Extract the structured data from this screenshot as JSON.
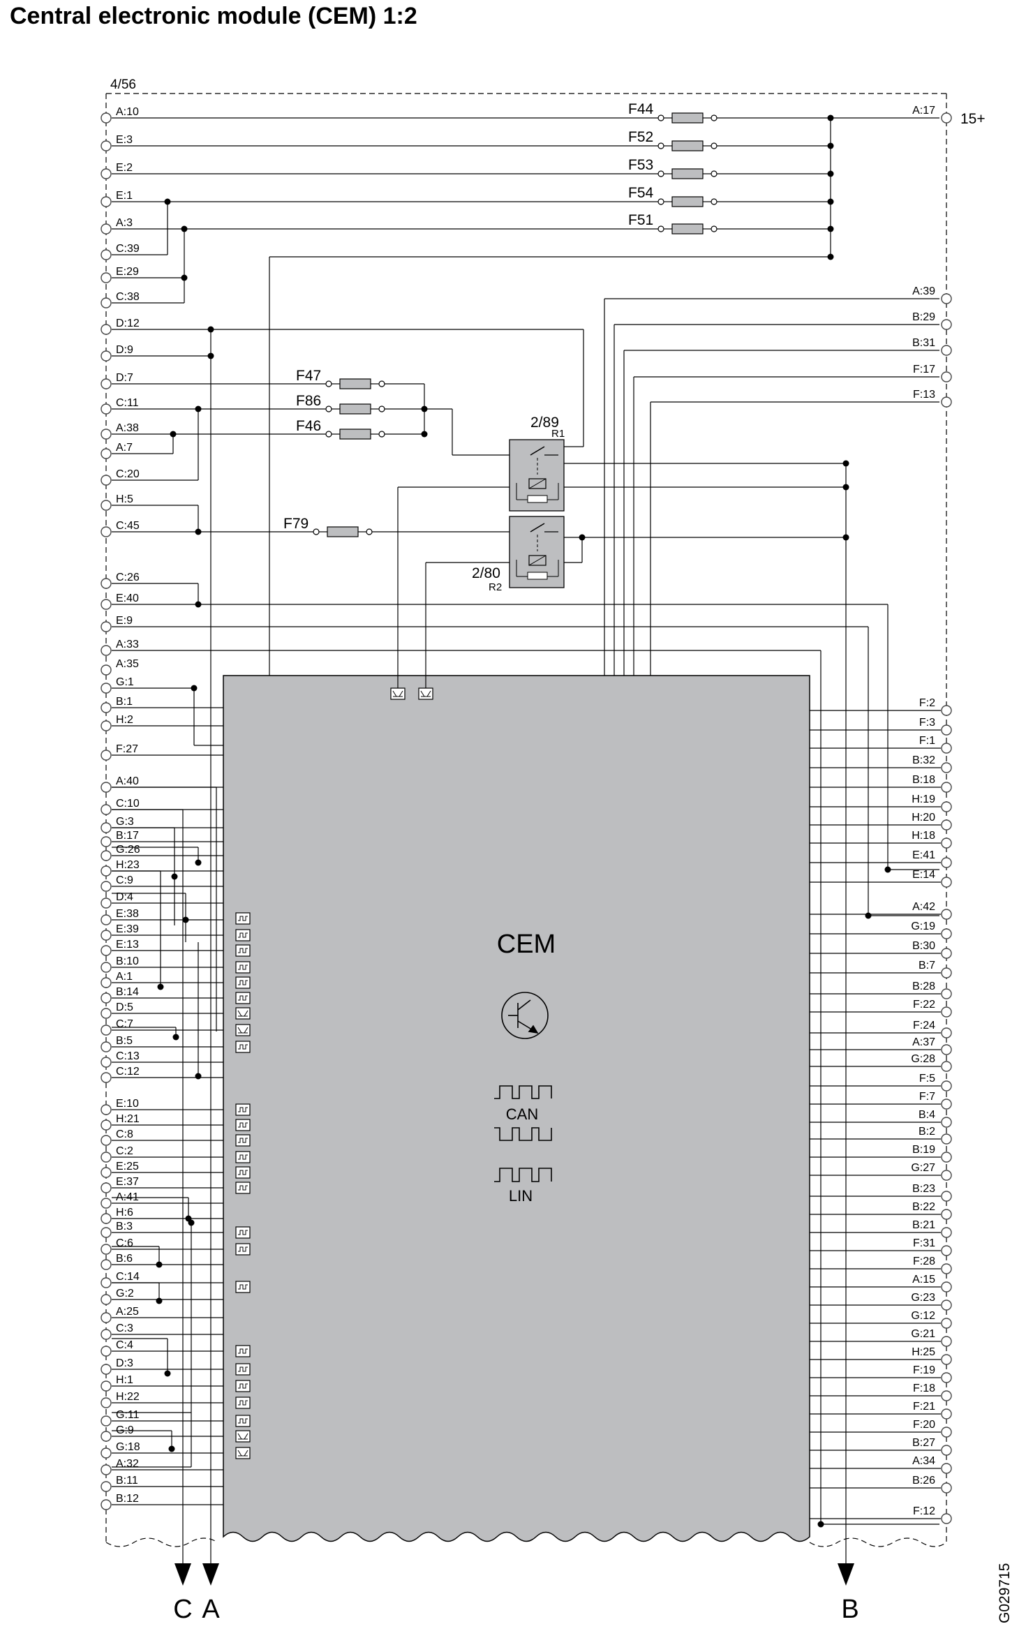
{
  "title": "Central electronic module (CEM) 1:2",
  "sheet_ref": "4/56",
  "module_label": "CEM",
  "can_label": "CAN",
  "lin_label": "LIN",
  "supply_label": "15+",
  "drawing_number": "G029715",
  "output_arrows": [
    "C",
    "A",
    "B"
  ],
  "relays": [
    {
      "ref": "2/89",
      "name": "R1"
    },
    {
      "ref": "2/80",
      "name": "R2"
    }
  ],
  "fuses_right": [
    "F44",
    "F52",
    "F53",
    "F54",
    "F51"
  ],
  "fuses_left": [
    "F47",
    "F86",
    "F46",
    "F79"
  ],
  "left_pins": [
    "A:10",
    "E:3",
    "E:2",
    "E:1",
    "A:3",
    "C:39",
    "E:29",
    "C:38",
    "D:12",
    "D:9",
    "D:7",
    "C:11",
    "A:38",
    "A:7",
    "C:20",
    "H:5",
    "C:45",
    "C:26",
    "E:40",
    "E:9",
    "A:33",
    "A:35",
    "G:1",
    "B:1",
    "H:2",
    "F:27",
    "A:40",
    "C:10",
    "G:3",
    "B:17",
    "G:26",
    "H:23",
    "C:9",
    "D:4",
    "E:38",
    "E:39",
    "E:13",
    "B:10",
    "A:1",
    "B:14",
    "D:5",
    "C:7",
    "B:5",
    "C:13",
    "C:12",
    "E:10",
    "H:21",
    "C:8",
    "C:2",
    "E:25",
    "E:37",
    "A:41",
    "H:6",
    "B:3",
    "C:6",
    "B:6",
    "C:14",
    "G:2",
    "A:25",
    "C:3",
    "C:4",
    "D:3",
    "H:1",
    "H:22",
    "G:11",
    "G:9",
    "G:18",
    "A:32",
    "B:11",
    "B:12"
  ],
  "right_pins_top": [
    "A:17",
    "A:39",
    "B:29",
    "B:31",
    "F:17",
    "F:13"
  ],
  "right_pins": [
    "F:2",
    "F:3",
    "F:1",
    "B:32",
    "B:18",
    "H:19",
    "H:20",
    "H:18",
    "E:41",
    "E:14",
    "A:42",
    "G:19",
    "B:30",
    "B:7",
    "B:28",
    "F:22",
    "F:24",
    "A:37",
    "G:28",
    "F:5",
    "F:7",
    "B:4",
    "B:2",
    "B:19",
    "G:27",
    "B:23",
    "B:22",
    "B:21",
    "F:31",
    "F:28",
    "A:15",
    "G:23",
    "G:12",
    "G:21",
    "H:25",
    "F:19",
    "F:18",
    "F:21",
    "F:20",
    "B:27",
    "A:34",
    "B:26",
    "F:12"
  ],
  "colors": {
    "module_fill": "#bdbec0",
    "line": "#000000",
    "pin_ring": "#444444"
  }
}
